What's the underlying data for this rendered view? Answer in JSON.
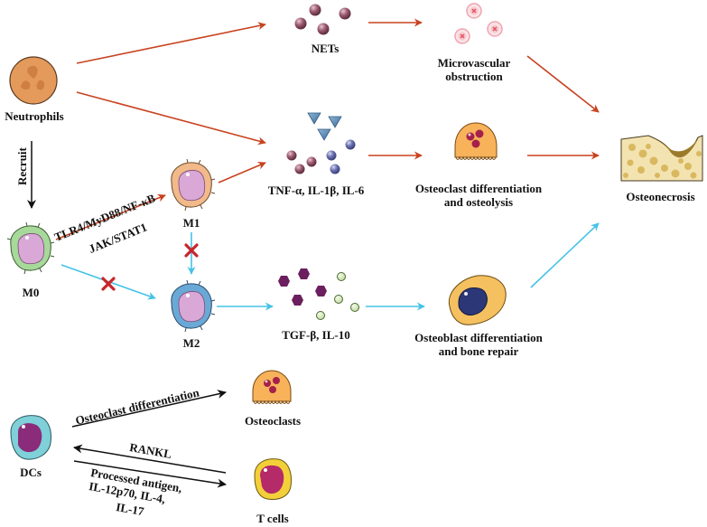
{
  "colors": {
    "red_arrow": "#c8421f",
    "blue_arrow": "#45c3e6",
    "black_arrow": "#111111",
    "neutrophil": "#e39a5a",
    "m0": "#a6d99a",
    "m1": "#f2b98a",
    "m2": "#6aa9d6",
    "nucleus_pink": "#d9a8d6",
    "osteoclast": "#f7b25a",
    "osteoblast": "#f4c060",
    "osteoblast_nucleus": "#2c3778",
    "dc": "#7fd0d8",
    "dc_nucleus": "#8a2c7a",
    "tcell": "#f3d03a",
    "tcell_nucleus": "#b52a68",
    "block_x": "#c8262b",
    "bone": "#f3e3b0"
  },
  "nodes": {
    "neutrophils": "Neutrophils",
    "nets": "NETs",
    "microvascular": [
      "Microvascular",
      "obstruction"
    ],
    "cytokines_m1": "TNF-α, IL-1β, IL-6",
    "osteoclast_diff": [
      "Osteoclast differentiation",
      "and osteolysis"
    ],
    "osteonecrosis": "Osteonecrosis",
    "m0": "M0",
    "m1": "M1",
    "m2": "M2",
    "cytokines_m2": "TGF-β, IL-10",
    "osteoblast_diff": [
      "Osteoblast differentiation",
      "and bone repair"
    ],
    "dcs": "DCs",
    "osteoclasts": "Osteoclasts",
    "tcells": "T cells"
  },
  "edges": {
    "recruit": "Recruit",
    "m0_m1_top": "TLR4/MyD88/NF-κB",
    "m0_m1_bottom": "JAK/STAT1",
    "dc_osteoclast": "Osteoclast differentiation",
    "tcell_dc": "RANKL",
    "dc_tcell": [
      "Processed antigen,",
      "IL-12p70, IL-4,",
      "IL-17"
    ]
  }
}
